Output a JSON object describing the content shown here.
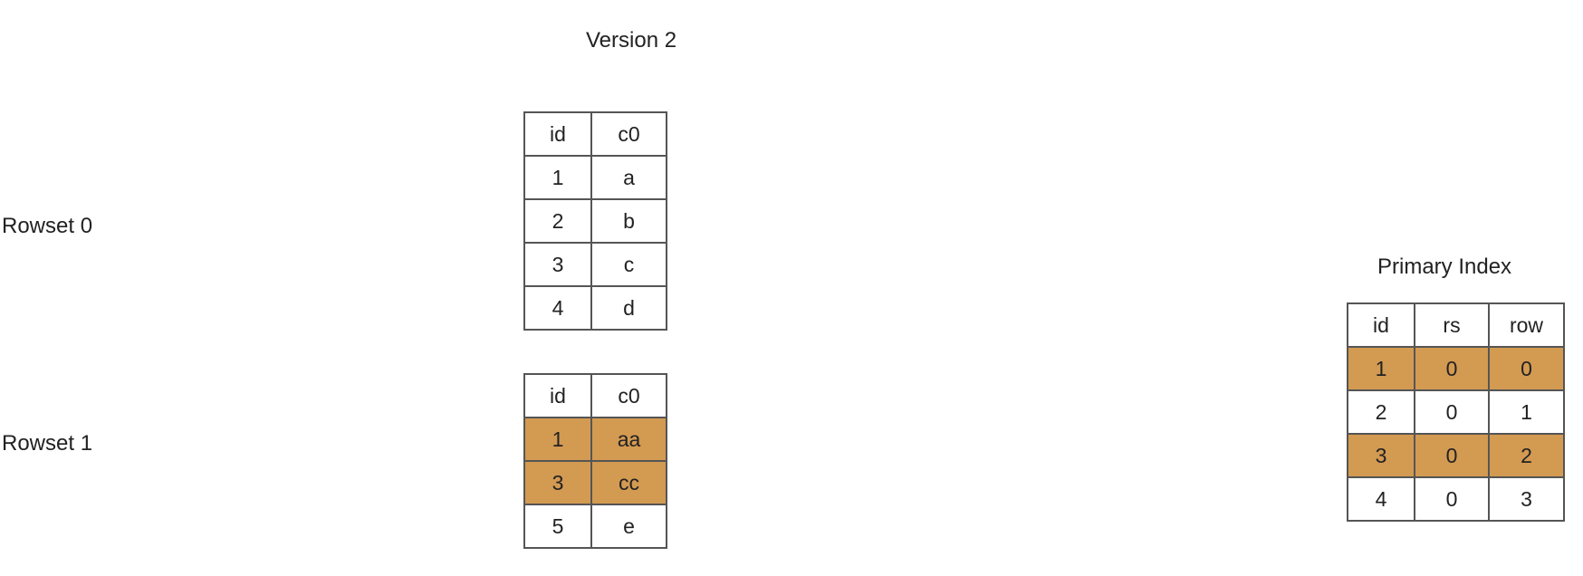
{
  "title": "Version 2",
  "rowset0": {
    "label": "Rowset 0",
    "headers": [
      "id",
      "c0"
    ],
    "rows": [
      {
        "id": "1",
        "c0": "a",
        "highlighted": false
      },
      {
        "id": "2",
        "c0": "b",
        "highlighted": false
      },
      {
        "id": "3",
        "c0": "c",
        "highlighted": false
      },
      {
        "id": "4",
        "c0": "d",
        "highlighted": false
      }
    ]
  },
  "rowset1": {
    "label": "Rowset 1",
    "headers": [
      "id",
      "c0"
    ],
    "rows": [
      {
        "id": "1",
        "c0": "aa",
        "highlighted": true
      },
      {
        "id": "3",
        "c0": "cc",
        "highlighted": true
      },
      {
        "id": "5",
        "c0": "e",
        "highlighted": false
      }
    ]
  },
  "primary_index": {
    "label": "Primary Index",
    "headers": [
      "id",
      "rs",
      "row"
    ],
    "rows": [
      {
        "id": "1",
        "rs": "0",
        "row": "0",
        "highlighted": true
      },
      {
        "id": "2",
        "rs": "0",
        "row": "1",
        "highlighted": false
      },
      {
        "id": "3",
        "rs": "0",
        "row": "2",
        "highlighted": true
      },
      {
        "id": "4",
        "rs": "0",
        "row": "3",
        "highlighted": false
      }
    ]
  },
  "colors": {
    "highlight": "#d39a52",
    "border": "#555555",
    "text": "#222222"
  }
}
